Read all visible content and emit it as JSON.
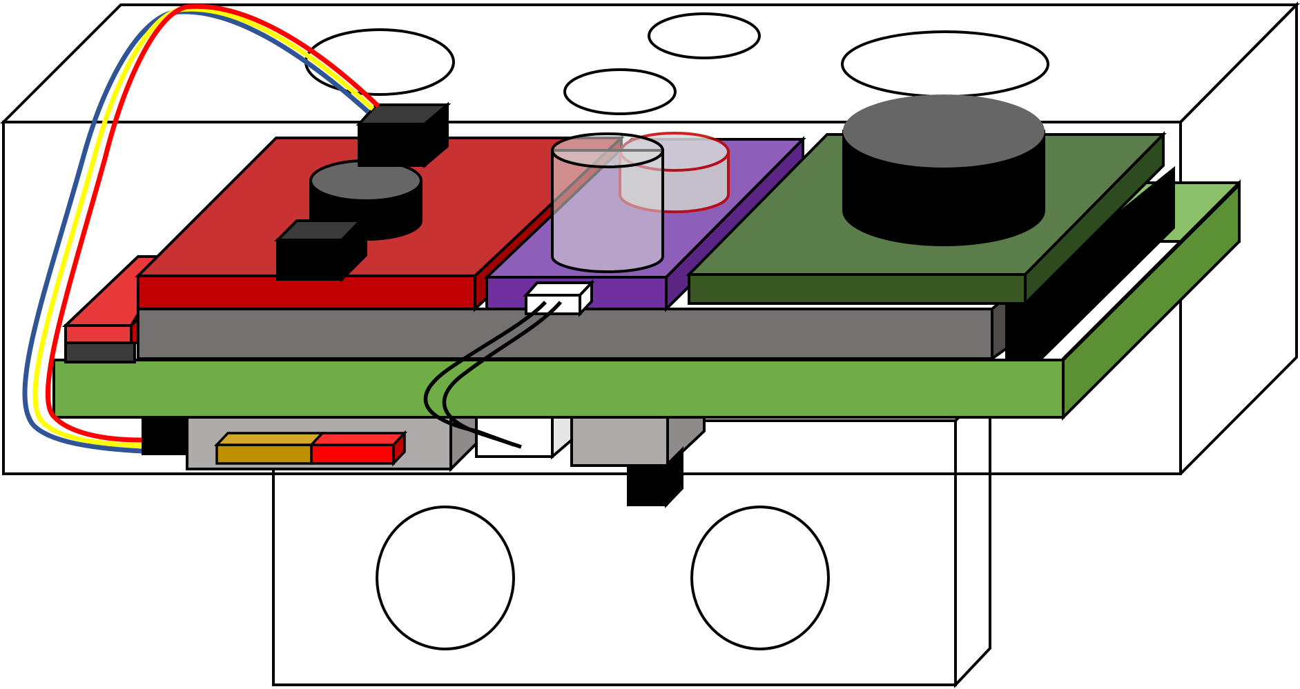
{
  "diagram": {
    "type": "isometric-hardware-assembly",
    "labels": [],
    "colors": {
      "background": "#ffffff",
      "outline": "#000000",
      "enclosure_fill": "none",
      "base_board": "#70ad47",
      "base_board_side": "#5b9035",
      "back_board": "#8cc06a",
      "back_board_side": "#5f9a3a",
      "gray_board": "#767171",
      "gray_board_side": "#4e4a4a",
      "red_board": "#c83232",
      "red_board_front": "#c00000",
      "red_small": "#e83a3a",
      "purple_board": "#8e5fb8",
      "purple_board_front": "#7030a0",
      "dark_green_board": "#5b7d4a",
      "dark_green_front": "#385723",
      "dark_green_side": "#2e4a1f",
      "black_part": "#000000",
      "dark_gray_part": "#3a3a3a",
      "cylinder_top": "#666666",
      "gray_box": "#afabab",
      "gold_connector": "#bf9000",
      "red_connector": "#ff0000",
      "wire_blue": "#2f5597",
      "wire_yellow": "#ffff00",
      "wire_red": "#ff0000",
      "translucent_cylinder": "#d9d9d9",
      "ghost_red_outline": "#c00000"
    },
    "components": [
      "enclosure-box",
      "lower-stand-box",
      "enclosure-top-hole",
      "stand-front-hole",
      "green-base-board",
      "green-back-board",
      "gray-spacer-board",
      "red-sensor-board",
      "purple-sensor-board",
      "dark-green-board",
      "black-cylinder-speaker",
      "dark-gray-cylinder",
      "translucent-cylinder",
      "black-connector-block",
      "gray-underside-box",
      "white-socket-connector",
      "tricolor-wire-bundle",
      "black-cable-pair"
    ]
  }
}
